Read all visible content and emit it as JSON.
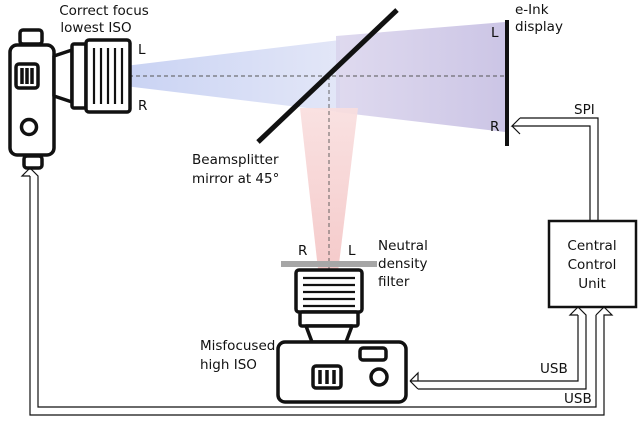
{
  "labels": {
    "top_camera_line1": "Correct focus",
    "top_camera_line2": "lowest ISO",
    "top_L": "L",
    "top_R": "R",
    "display_line1": "e-Ink",
    "display_line2": "display",
    "display_L": "L",
    "display_R": "R",
    "spi": "SPI",
    "mirror_line1": "Beamsplitter",
    "mirror_line2": "mirror at 45°",
    "bottom_R": "R",
    "bottom_L": "L",
    "filter_line1": "Neutral",
    "filter_line2": "density",
    "filter_line3": "filter",
    "bottom_camera_line1": "Misfocused",
    "bottom_camera_line2": "high ISO",
    "ccu_line1": "Central",
    "ccu_line2": "Control",
    "ccu_line3": "Unit",
    "usb_bottom_camera": "USB",
    "usb_top_camera": "USB"
  },
  "icons": {
    "top_camera": "camera-icon",
    "bottom_camera": "camera-icon"
  },
  "colors": {
    "ink": "#111111",
    "beam_blue": "#c9d3f2",
    "beam_lilac": "#d7d0ea",
    "beam_pink": "#f7d3d3",
    "filter_gray": "#a6a6a6"
  }
}
